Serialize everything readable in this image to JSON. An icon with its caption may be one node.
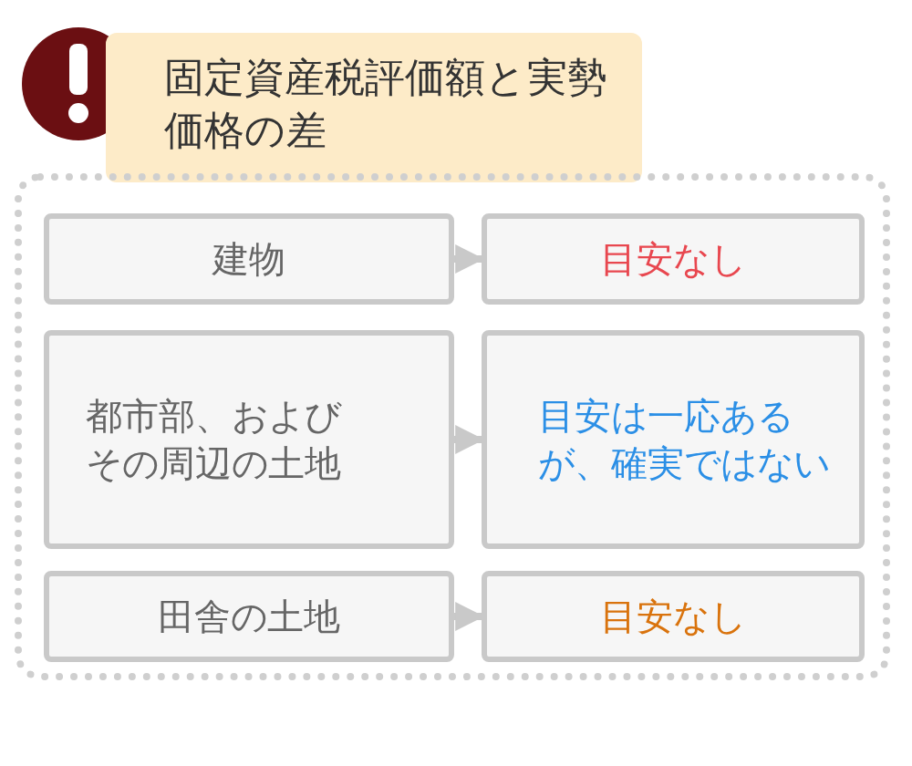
{
  "diagram": {
    "nodes": [
      {
        "text": [
          "固定資産税評価額と実勢価格の差"
        ]
      },
      {
        "text": [],
        "shape": "box"
      },
      {
        "text": [
          "建物"
        ],
        "in": 1
      },
      {
        "text": [
          "目安なし"
        ],
        "in": 1
      },
      {
        "text": [
          "都市部、およびその周辺の土地"
        ],
        "in": 1
      },
      {
        "text": [
          "目安は一応あるが、確実ではない"
        ],
        "in": 1
      },
      {
        "text": [
          "田舎の土地"
        ],
        "in": 1
      },
      {
        "text": [
          "目安なし"
        ],
        "in": 1
      }
    ],
    "edges": [
      {
        "from": 2,
        "to": 3,
        "arrow": "to"
      },
      {
        "from": 4,
        "to": 5,
        "arrow": "to"
      },
      {
        "from": 6,
        "to": 7,
        "arrow": "to"
      }
    ]
  }
}
